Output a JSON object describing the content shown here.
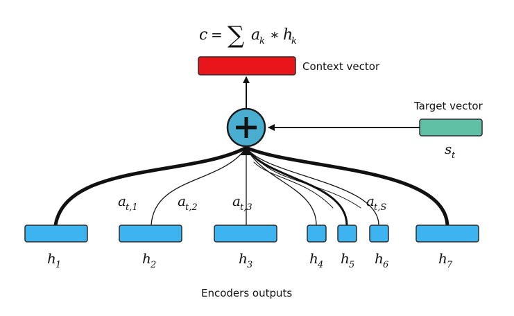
{
  "formula": {
    "lhs": "c",
    "eq": "=",
    "sum": "∑",
    "a": "a",
    "a_sub": "k",
    "op": "∗",
    "h": "h",
    "h_sub": "k"
  },
  "context_label": "Context vector",
  "target_label": "Target vector",
  "target_symbol": "s",
  "target_sub": "t",
  "footer_label": "Encoders outputs",
  "encoders": [
    {
      "symbol": "h",
      "sub": "1"
    },
    {
      "symbol": "h",
      "sub": "2"
    },
    {
      "symbol": "h",
      "sub": "3"
    },
    {
      "symbol": "h",
      "sub": "4"
    },
    {
      "symbol": "h",
      "sub": "5"
    },
    {
      "symbol": "h",
      "sub": "6"
    },
    {
      "symbol": "h",
      "sub": "7"
    }
  ],
  "weights": [
    {
      "symbol": "a",
      "sub": "t,1"
    },
    {
      "symbol": "a",
      "sub": "t,2"
    },
    {
      "symbol": "a",
      "sub": "t,3"
    },
    {
      "symbol": "a",
      "sub": "t,S"
    }
  ],
  "colors": {
    "context": "#e8161b",
    "encoder": "#3db3f0",
    "target": "#5fc0a6",
    "sum_node": "#4aaed0"
  }
}
